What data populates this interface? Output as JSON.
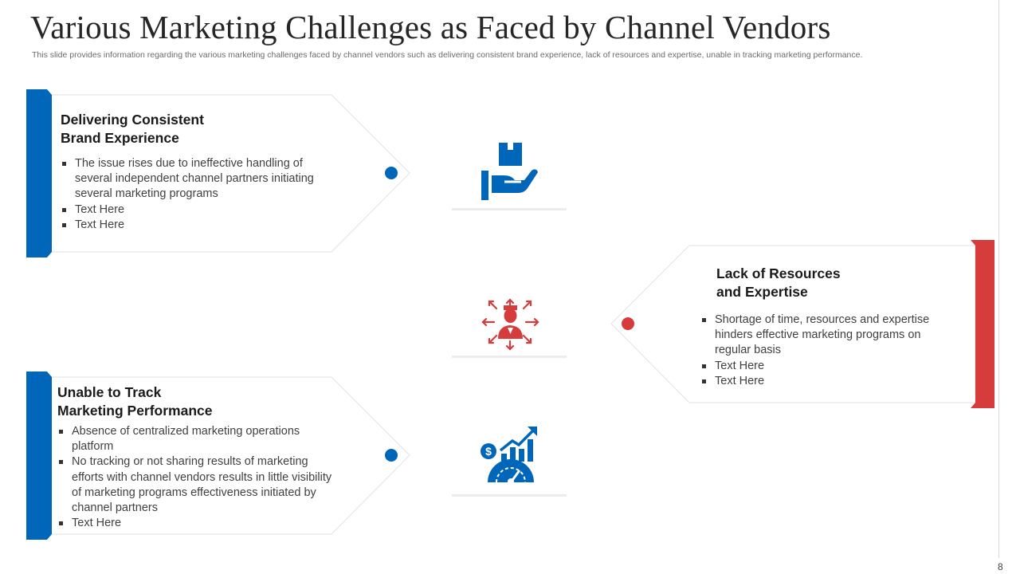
{
  "slide": {
    "title": "Various Marketing Challenges as Faced by Channel Vendors",
    "subtitle": "This slide provides information regarding the various marketing challenges faced by channel vendors such as delivering consistent brand experience, lack of resources and expertise, unable in tracking marketing performance.",
    "page_number": "8"
  },
  "colors": {
    "blue": "#0066b9",
    "red": "#d63c3c",
    "card_border": "#e2e2e2"
  },
  "cards": [
    {
      "heading": [
        "Delivering Consistent",
        "Brand Experience"
      ],
      "bullets": [
        "The issue rises due to ineffective handling of several independent channel partners initiating several marketing programs",
        "Text Here",
        "Text Here"
      ],
      "accent": "blue",
      "icon": "hand-holding-box-icon"
    },
    {
      "heading": [
        "Lack of Resources",
        "and Expertise"
      ],
      "bullets": [
        "Shortage of time, resources and expertise hinders effective marketing programs on regular basis",
        "Text Here",
        "Text Here"
      ],
      "accent": "red",
      "icon": "person-with-arrows-icon"
    },
    {
      "heading": [
        "Unable to Track",
        "Marketing Performance"
      ],
      "bullets": [
        "Absence of centralized marketing operations platform",
        "No tracking or not sharing results of marketing efforts with channel vendors results in little visibility of marketing programs effectiveness initiated by channel partners",
        "Text Here"
      ],
      "accent": "blue",
      "icon": "growth-chart-gauge-icon"
    }
  ]
}
